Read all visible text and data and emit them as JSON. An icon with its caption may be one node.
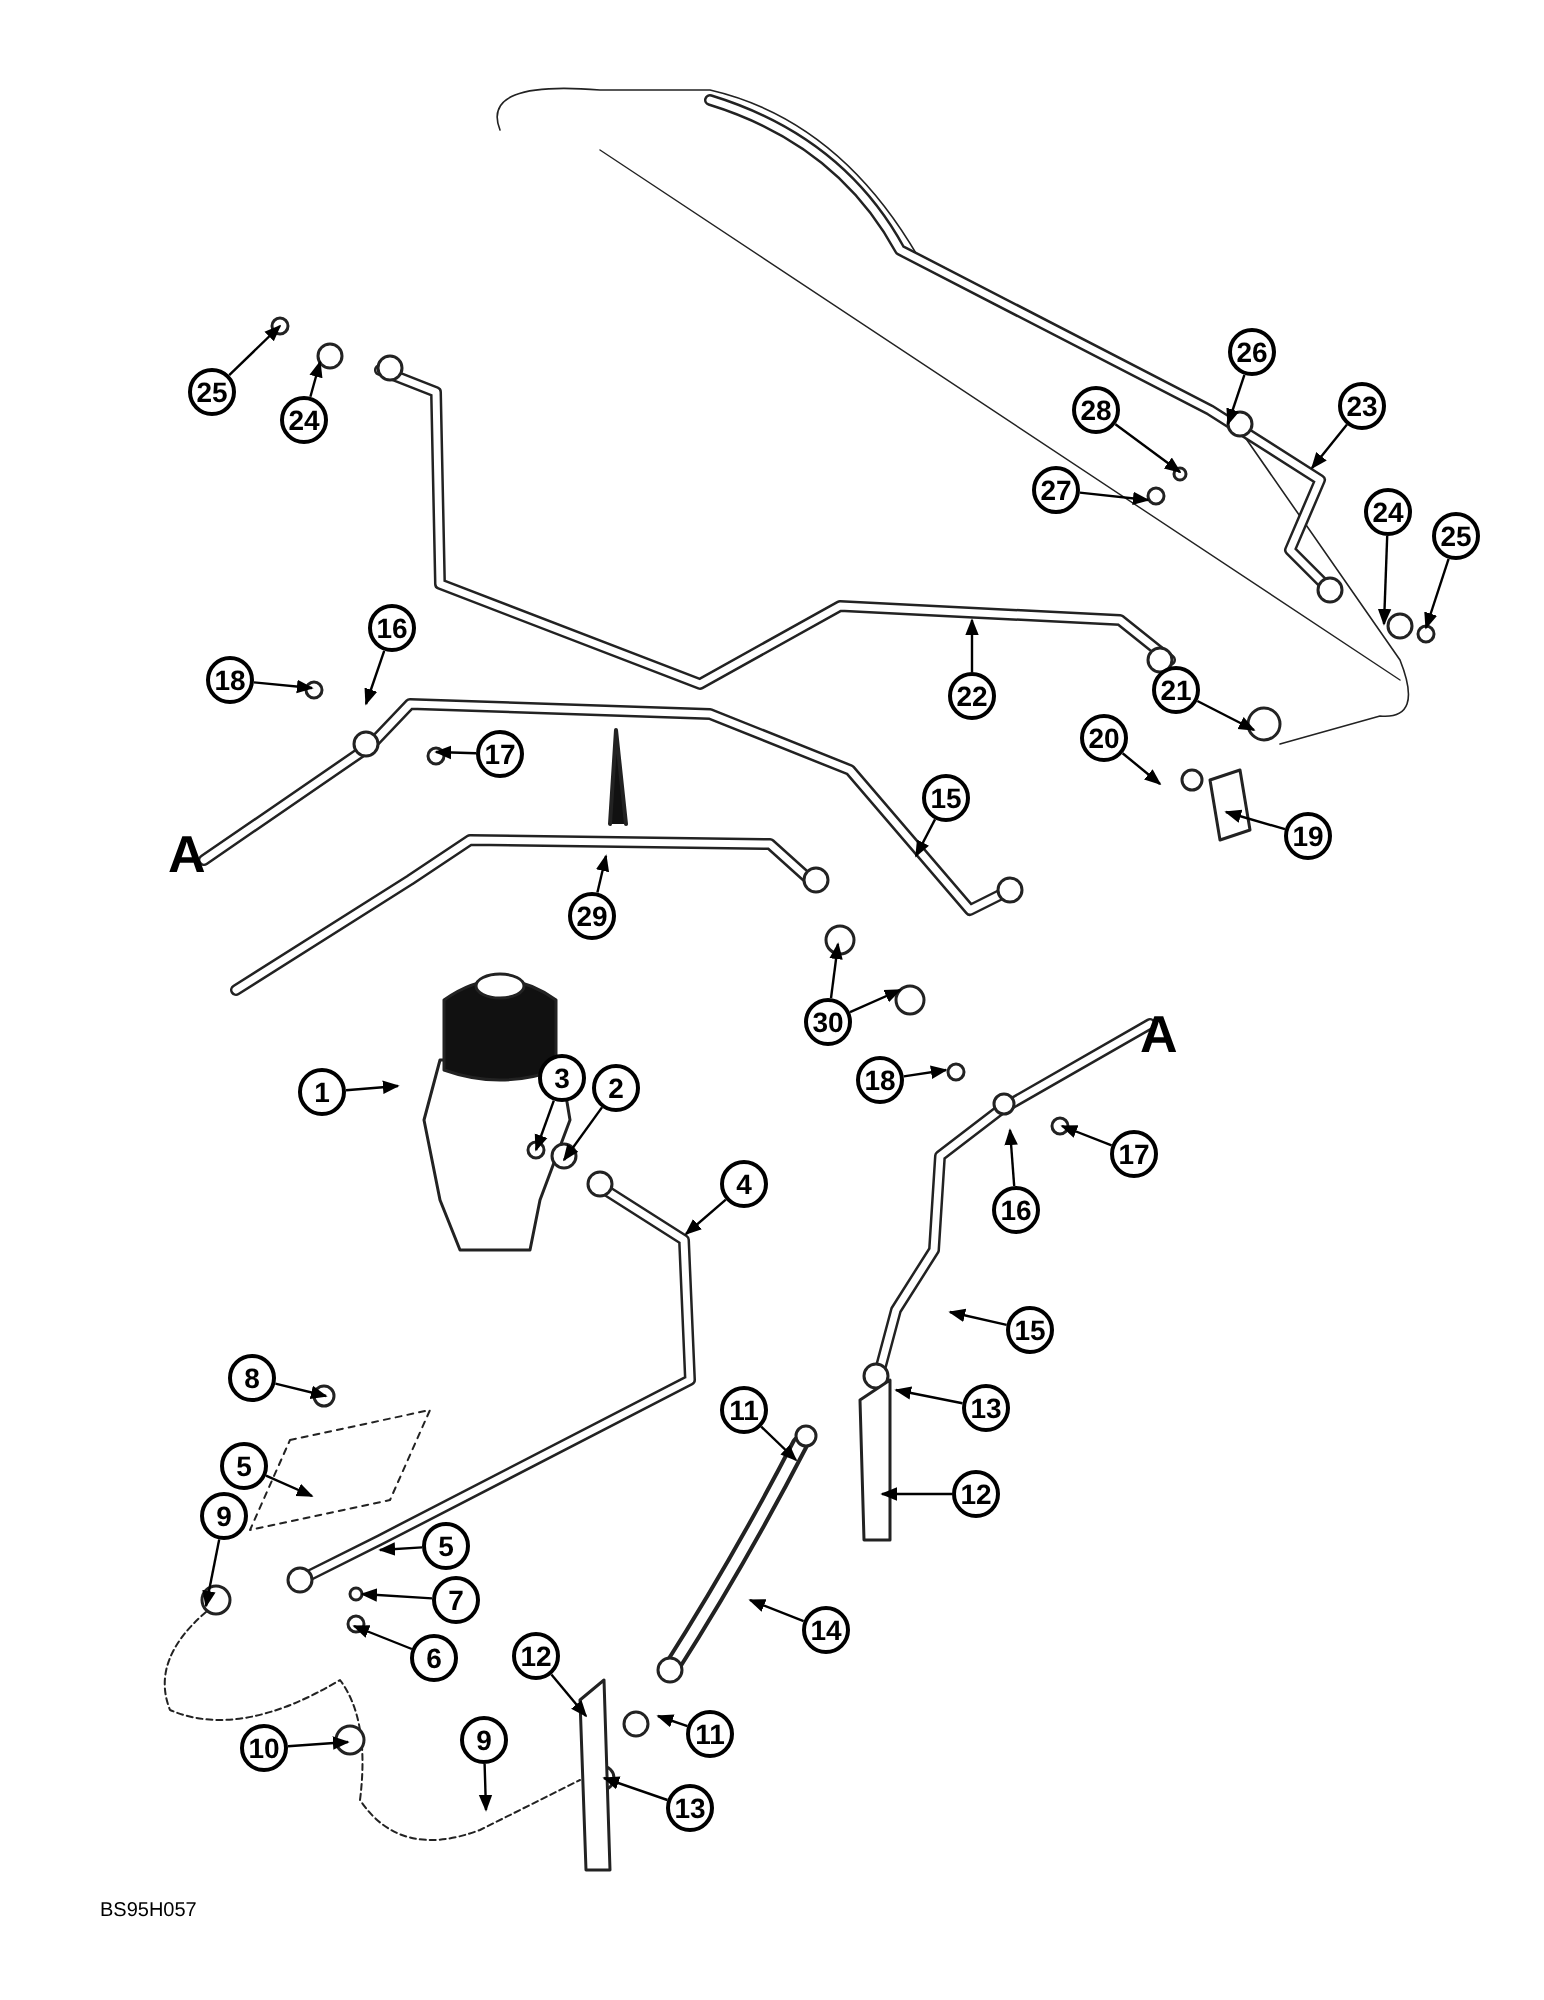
{
  "diagram": {
    "nodes": [
      {
        "text": [
          "26"
        ]
      },
      {
        "text": [
          "25"
        ]
      },
      {
        "text": [
          "23"
        ]
      },
      {
        "text": [
          "24"
        ]
      },
      {
        "text": [
          "28"
        ]
      },
      {
        "text": [
          "27"
        ]
      },
      {
        "text": [
          "24"
        ]
      },
      {
        "text": [
          "25"
        ]
      },
      {
        "text": [
          "16"
        ]
      },
      {
        "text": [
          "22"
        ]
      },
      {
        "text": [
          "18"
        ]
      },
      {
        "text": [
          "21"
        ]
      },
      {
        "text": [
          "20"
        ]
      },
      {
        "text": [
          "17"
        ]
      },
      {
        "text": [
          "15"
        ]
      },
      {
        "text": [
          "19"
        ]
      },
      {
        "text": [
          "29"
        ]
      },
      {
        "text": [
          "30"
        ]
      },
      {
        "text": [
          "18"
        ]
      },
      {
        "text": [
          "3"
        ]
      },
      {
        "text": [
          "1"
        ]
      },
      {
        "text": [
          "2"
        ]
      },
      {
        "text": [
          "17"
        ]
      },
      {
        "text": [
          "16"
        ]
      },
      {
        "text": [
          "4"
        ]
      },
      {
        "text": [
          "15"
        ]
      },
      {
        "text": [
          "8"
        ]
      },
      {
        "text": [
          "13"
        ]
      },
      {
        "text": [
          "11"
        ]
      },
      {
        "text": [
          "5"
        ]
      },
      {
        "text": [
          "12"
        ]
      },
      {
        "text": [
          "9"
        ]
      },
      {
        "text": [
          "5"
        ]
      },
      {
        "text": [
          "7"
        ]
      },
      {
        "text": [
          "14"
        ]
      },
      {
        "text": [
          "6"
        ]
      },
      {
        "text": [
          "12"
        ]
      },
      {
        "text": [
          "11"
        ]
      },
      {
        "text": [
          "9"
        ]
      },
      {
        "text": [
          "10"
        ]
      },
      {
        "text": [
          "13"
        ]
      }
    ],
    "edges": [
      {
        "from": 0,
        "to": null,
        "arrow": "to"
      },
      {
        "from": 1,
        "to": null,
        "arrow": "to"
      },
      {
        "from": 2,
        "to": null,
        "arrow": "to"
      },
      {
        "from": 3,
        "to": null,
        "arrow": "to"
      },
      {
        "from": 4,
        "to": null,
        "arrow": "to"
      },
      {
        "from": 5,
        "to": null,
        "arrow": "to"
      },
      {
        "from": 6,
        "to": null,
        "arrow": "to"
      },
      {
        "from": 7,
        "to": null,
        "arrow": "to"
      },
      {
        "from": 8,
        "to": null,
        "arrow": "to"
      },
      {
        "from": 9,
        "to": null,
        "arrow": "to"
      },
      {
        "from": 10,
        "to": null,
        "arrow": "to"
      },
      {
        "from": 11,
        "to": null,
        "arrow": "to"
      },
      {
        "from": 12,
        "to": null,
        "arrow": "to"
      },
      {
        "from": 13,
        "to": null,
        "arrow": "to"
      },
      {
        "from": 14,
        "to": null,
        "arrow": "to"
      },
      {
        "from": 15,
        "to": null,
        "arrow": "to"
      },
      {
        "from": 16,
        "to": null,
        "arrow": "to"
      },
      {
        "from": 17,
        "to": null,
        "arrow": "to"
      },
      {
        "from": 17,
        "to": null,
        "arrow": "to"
      },
      {
        "from": 18,
        "to": null,
        "arrow": "to"
      },
      {
        "from": 19,
        "to": null,
        "arrow": "to"
      },
      {
        "from": 20,
        "to": null,
        "arrow": "to"
      },
      {
        "from": 21,
        "to": null,
        "arrow": "to"
      },
      {
        "from": 22,
        "to": null,
        "arrow": "to"
      },
      {
        "from": 23,
        "to": null,
        "arrow": "to"
      },
      {
        "from": 24,
        "to": null,
        "arrow": "to"
      },
      {
        "from": 25,
        "to": null,
        "arrow": "to"
      },
      {
        "from": 26,
        "to": null,
        "arrow": "to"
      },
      {
        "from": 27,
        "to": null,
        "arrow": "to"
      },
      {
        "from": 28,
        "to": null,
        "arrow": "to"
      },
      {
        "from": 29,
        "to": null,
        "arrow": "to"
      },
      {
        "from": 30,
        "to": null,
        "arrow": "to"
      },
      {
        "from": 31,
        "to": null,
        "arrow": "to"
      },
      {
        "from": 32,
        "to": null,
        "arrow": "to"
      },
      {
        "from": 33,
        "to": null,
        "arrow": "to"
      },
      {
        "from": 34,
        "to": null,
        "arrow": "to"
      },
      {
        "from": 35,
        "to": null,
        "arrow": "to"
      },
      {
        "from": 36,
        "to": null,
        "arrow": "to"
      },
      {
        "from": 37,
        "to": null,
        "arrow": "to"
      },
      {
        "from": 38,
        "to": null,
        "arrow": "to"
      },
      {
        "from": 39,
        "to": null,
        "arrow": "to"
      },
      {
        "from": 40,
        "to": null,
        "arrow": "to"
      }
    ],
    "labels": [
      "A",
      "A",
      "BS95H057"
    ]
  }
}
